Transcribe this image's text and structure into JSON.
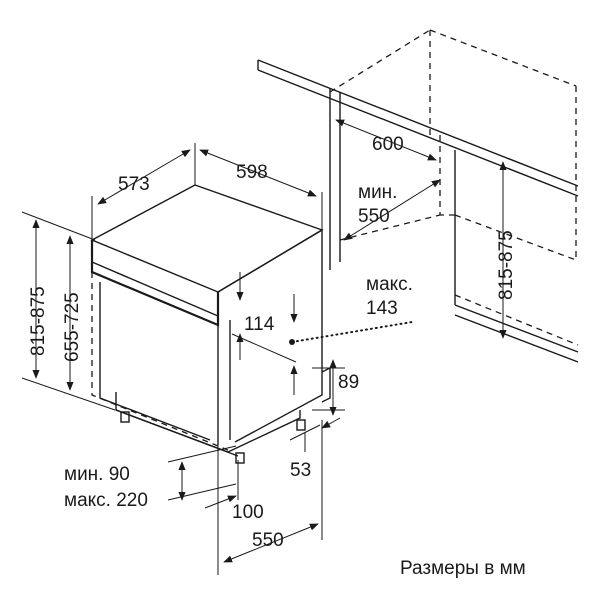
{
  "labels": {
    "d573": "573",
    "d598": "598",
    "d600": "600",
    "min550_a": "мин.",
    "min550_b": "550",
    "max143_a": "макс.",
    "max143_b": "143",
    "d114": "114",
    "d89": "89",
    "d53": "53",
    "d815875_left": "815-875",
    "d655725": "655-725",
    "d815875_right": "815-875",
    "min90": "мин. 90",
    "max220": "макс. 220",
    "d100": "100",
    "d550_bottom": "550",
    "units": "Размеры в мм"
  }
}
